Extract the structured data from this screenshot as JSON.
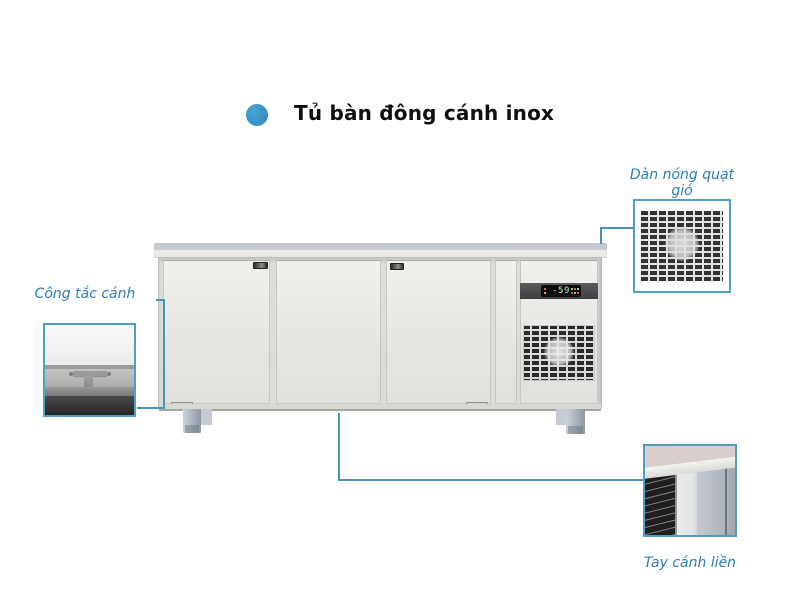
{
  "header": {
    "title": "Tủ bàn đông cánh inox"
  },
  "callouts": {
    "condenser_fan": {
      "label": "Dàn nóng quạt gió"
    },
    "door_switch": {
      "label": "Công tắc cánh"
    },
    "flush_handle": {
      "label": "Tay cánh liền"
    }
  },
  "product": {
    "display_value": "-59"
  },
  "colors": {
    "accent": "#3391c8",
    "callout_text": "#2b7cb9",
    "connector_line": "#4494bb",
    "detail_box_border": "#4e9ec6"
  }
}
